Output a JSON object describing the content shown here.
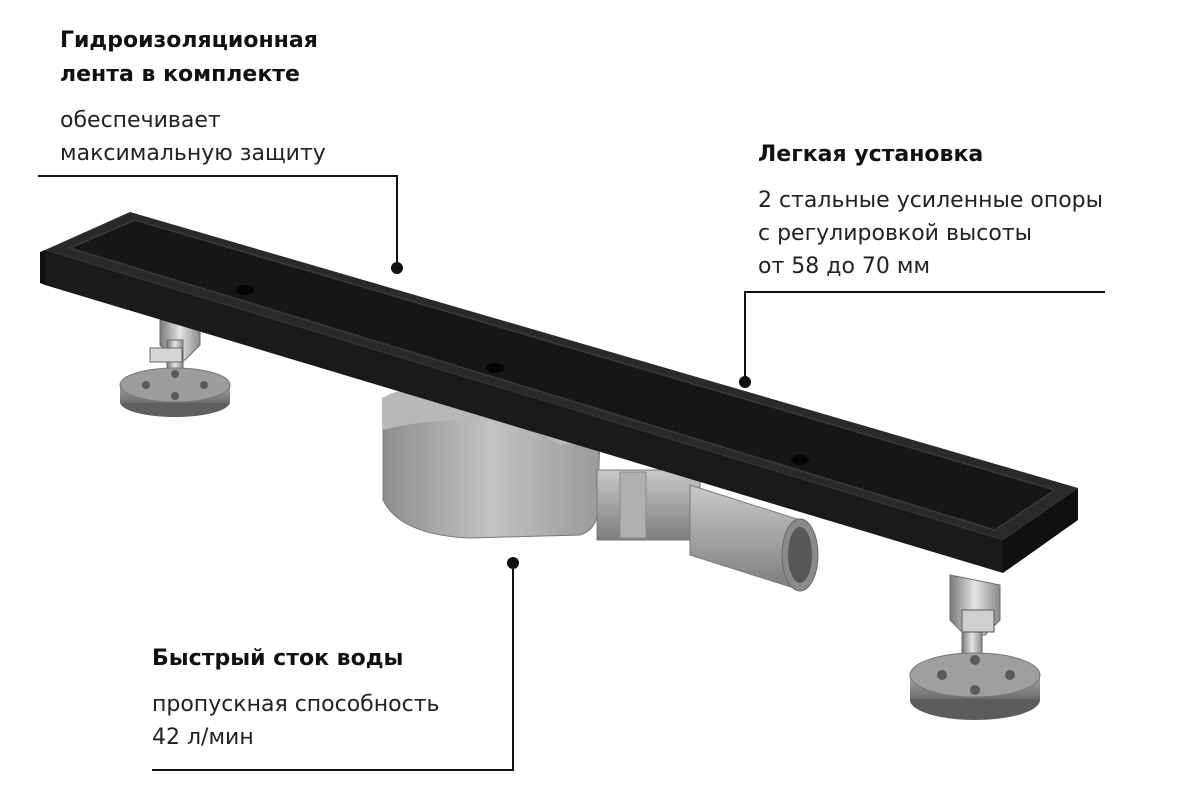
{
  "callouts": {
    "tape": {
      "title_line1": "Гидроизоляционная",
      "title_line2": "лента в комплекте",
      "desc_line1": "обеспечивает",
      "desc_line2": "максимальную защиту"
    },
    "install": {
      "title": "Легкая установка",
      "desc_line1": "2 стальные усиленные опоры",
      "desc_line2": "с регулировкой высоты",
      "desc_line3": "от 58 до 70 мм"
    },
    "flow": {
      "title": "Быстрый сток воды",
      "desc_line1": "пропускная способность",
      "desc_line2": "42 л/мин"
    }
  },
  "colors": {
    "channel": "#1e1e1e",
    "drain_body": "#a9a9a9",
    "feet": "#8c8c8c",
    "leader_line": "#111111"
  }
}
